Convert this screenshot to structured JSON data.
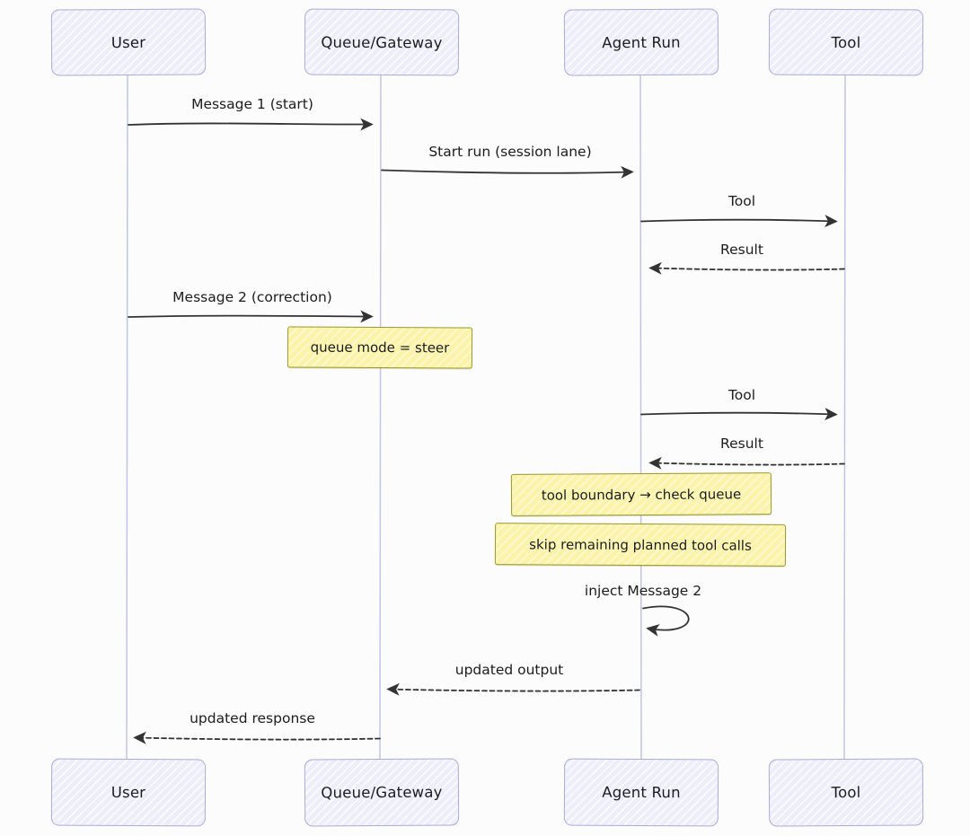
{
  "diagram": {
    "type": "sequence-diagram",
    "style": "hand-drawn",
    "participants": [
      {
        "id": "user",
        "label": "User"
      },
      {
        "id": "queue",
        "label": "Queue/Gateway"
      },
      {
        "id": "agent",
        "label": "Agent Run"
      },
      {
        "id": "tool",
        "label": "Tool"
      }
    ],
    "messages": [
      {
        "label": "Message 1 (start)",
        "from": "User",
        "to": "Queue/Gateway",
        "line": "solid"
      },
      {
        "label": "Start run (session lane)",
        "from": "Queue/Gateway",
        "to": "Agent Run",
        "line": "solid"
      },
      {
        "label": "Tool",
        "from": "Agent Run",
        "to": "Tool",
        "line": "solid"
      },
      {
        "label": "Result",
        "from": "Tool",
        "to": "Agent Run",
        "line": "dashed"
      },
      {
        "label": "Message 2 (correction)",
        "from": "User",
        "to": "Queue/Gateway",
        "line": "solid"
      },
      {
        "label": "Tool",
        "from": "Agent Run",
        "to": "Tool",
        "line": "solid"
      },
      {
        "label": "Result",
        "from": "Tool",
        "to": "Agent Run",
        "line": "dashed"
      },
      {
        "label": "inject Message 2",
        "from": "Agent Run",
        "to": "Agent Run",
        "line": "self"
      },
      {
        "label": "updated output",
        "from": "Agent Run",
        "to": "Queue/Gateway",
        "line": "dashed"
      },
      {
        "label": "updated response",
        "from": "Queue/Gateway",
        "to": "User",
        "line": "dashed"
      }
    ],
    "notes": [
      {
        "label": "queue mode = steer",
        "over": "Queue/Gateway"
      },
      {
        "label": "tool boundary → check queue",
        "over": "Agent Run"
      },
      {
        "label": "skip remaining planned tool calls",
        "over": "Agent Run"
      }
    ],
    "colors": {
      "participant_fill": "#EDEDFB",
      "participant_border": "#ABABD8",
      "note_fill": "#FBF3A9",
      "note_border": "#99992E",
      "message_line": "#333333",
      "lifeline": "#C3C3E6",
      "text": "#1C1C1C",
      "background": "#FCFCFC"
    }
  }
}
